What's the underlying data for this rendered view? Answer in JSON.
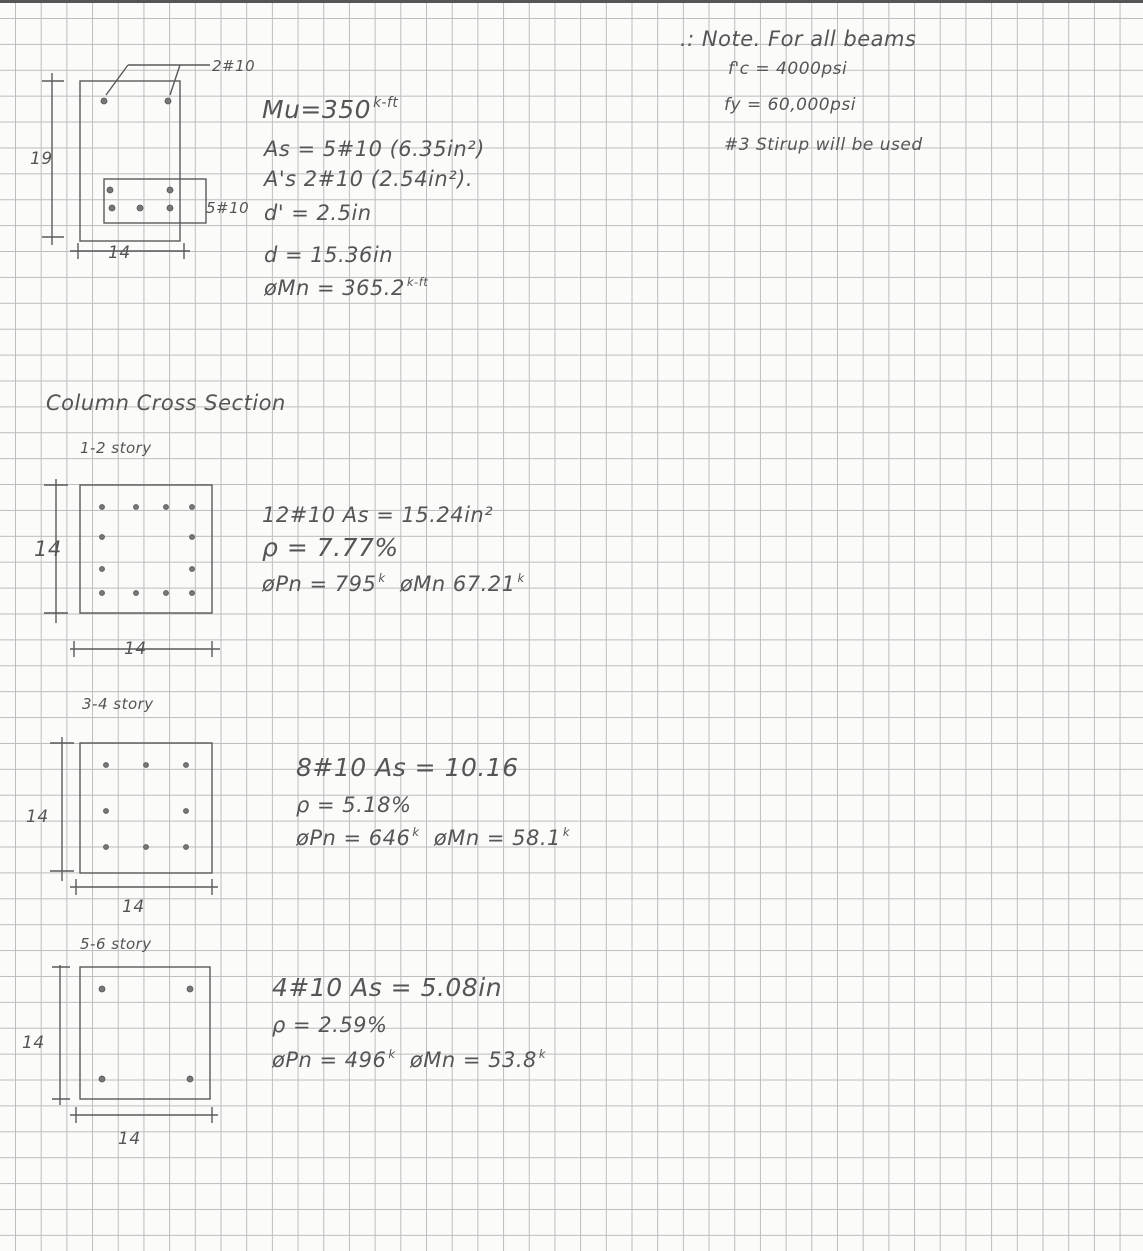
{
  "note": {
    "line1": ".: Note. For all beams",
    "fc": "f'c = 4000psi",
    "fy": "fy = 60,000psi",
    "stirrup": "#3 Stirup will be used"
  },
  "beam": {
    "top_bars": "2#10",
    "bottom_bars": "5#10",
    "height": "19",
    "width": "14",
    "mu": "Mu=350",
    "mu_unit": "k-ft",
    "as": "As = 5#10 (6.35in²)",
    "as_prime": "A's 2#10 (2.54in²).",
    "d_prime": "d' = 2.5in",
    "d": "d = 15.36in",
    "phi_mn": "øMn = 365.2",
    "phi_mn_unit": "k-ft"
  },
  "column_heading": "Column Cross Section",
  "columns": [
    {
      "story": "1-2 story",
      "height": "14",
      "width": "14",
      "bars_as": "12#10  As = 15.24in²",
      "rho": "ρ = 7.77%",
      "phi_pn": "øPn = 795",
      "phi_pn_unit": "k",
      "phi_mn": "øMn 67.21",
      "phi_mn_unit": "k"
    },
    {
      "story": "3-4 story",
      "height": "14",
      "width": "14",
      "bars_as": "8#10  As = 10.16",
      "rho": "ρ = 5.18%",
      "phi_pn": "øPn = 646",
      "phi_pn_unit": "k",
      "phi_mn": "øMn = 58.1",
      "phi_mn_unit": "k"
    },
    {
      "story": "5-6 story",
      "height": "14",
      "width": "14",
      "bars_as": "4#10  As = 5.08in",
      "rho": "ρ = 2.59%",
      "phi_pn": "øPn = 496",
      "phi_pn_unit": "k",
      "phi_mn": "øMn = 53.8",
      "phi_mn_unit": "k"
    }
  ],
  "colors": {
    "ink": "#5a5a5a",
    "grid": "#bdbdbd",
    "paper": "#fbfbfa"
  }
}
